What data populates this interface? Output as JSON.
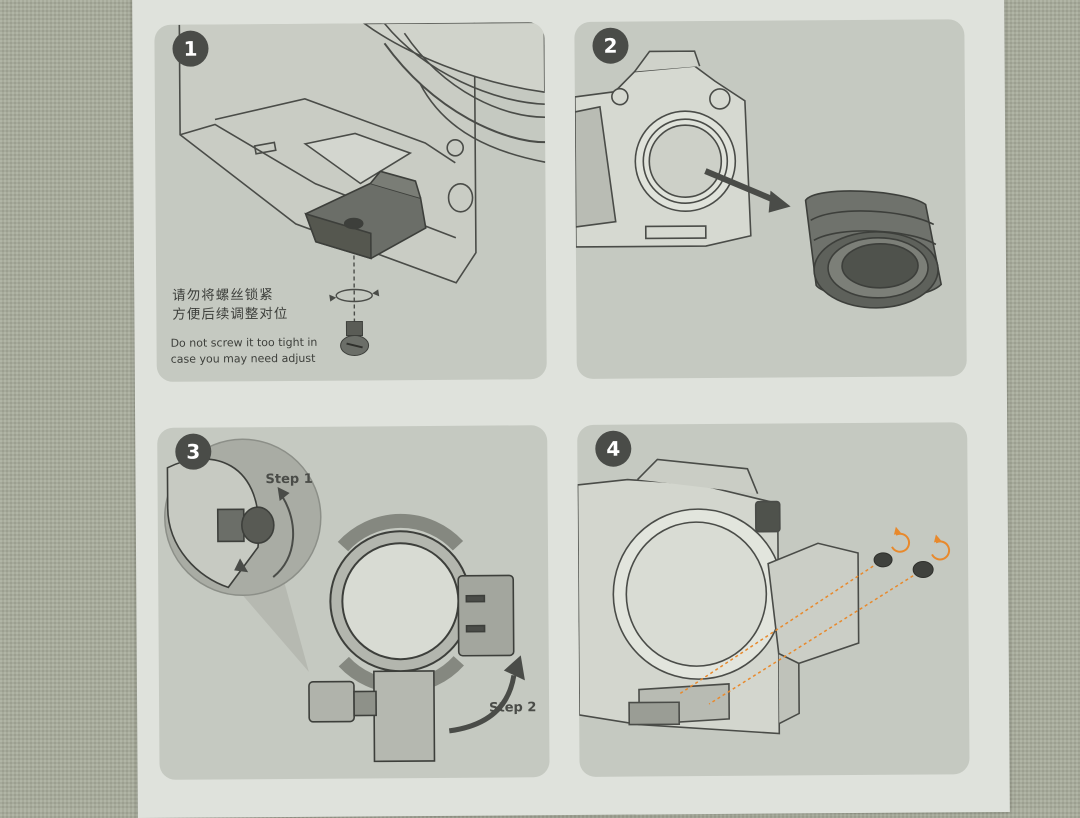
{
  "panels": [
    {
      "number": "1",
      "note_cn_line1": "请勿将螺丝锁紧",
      "note_cn_line2": "方便后续调整对位",
      "note_en_line1": "Do not screw it too tight in",
      "note_en_line2": "case you may need adjust"
    },
    {
      "number": "2"
    },
    {
      "number": "3",
      "step1_label": "Step 1",
      "step2_label": "Step 2"
    },
    {
      "number": "4"
    }
  ],
  "colors": {
    "panel": "#c5c9c1",
    "line": "#4a4c48",
    "accent": "#e8892c",
    "sheet": "#dfe2dc"
  }
}
